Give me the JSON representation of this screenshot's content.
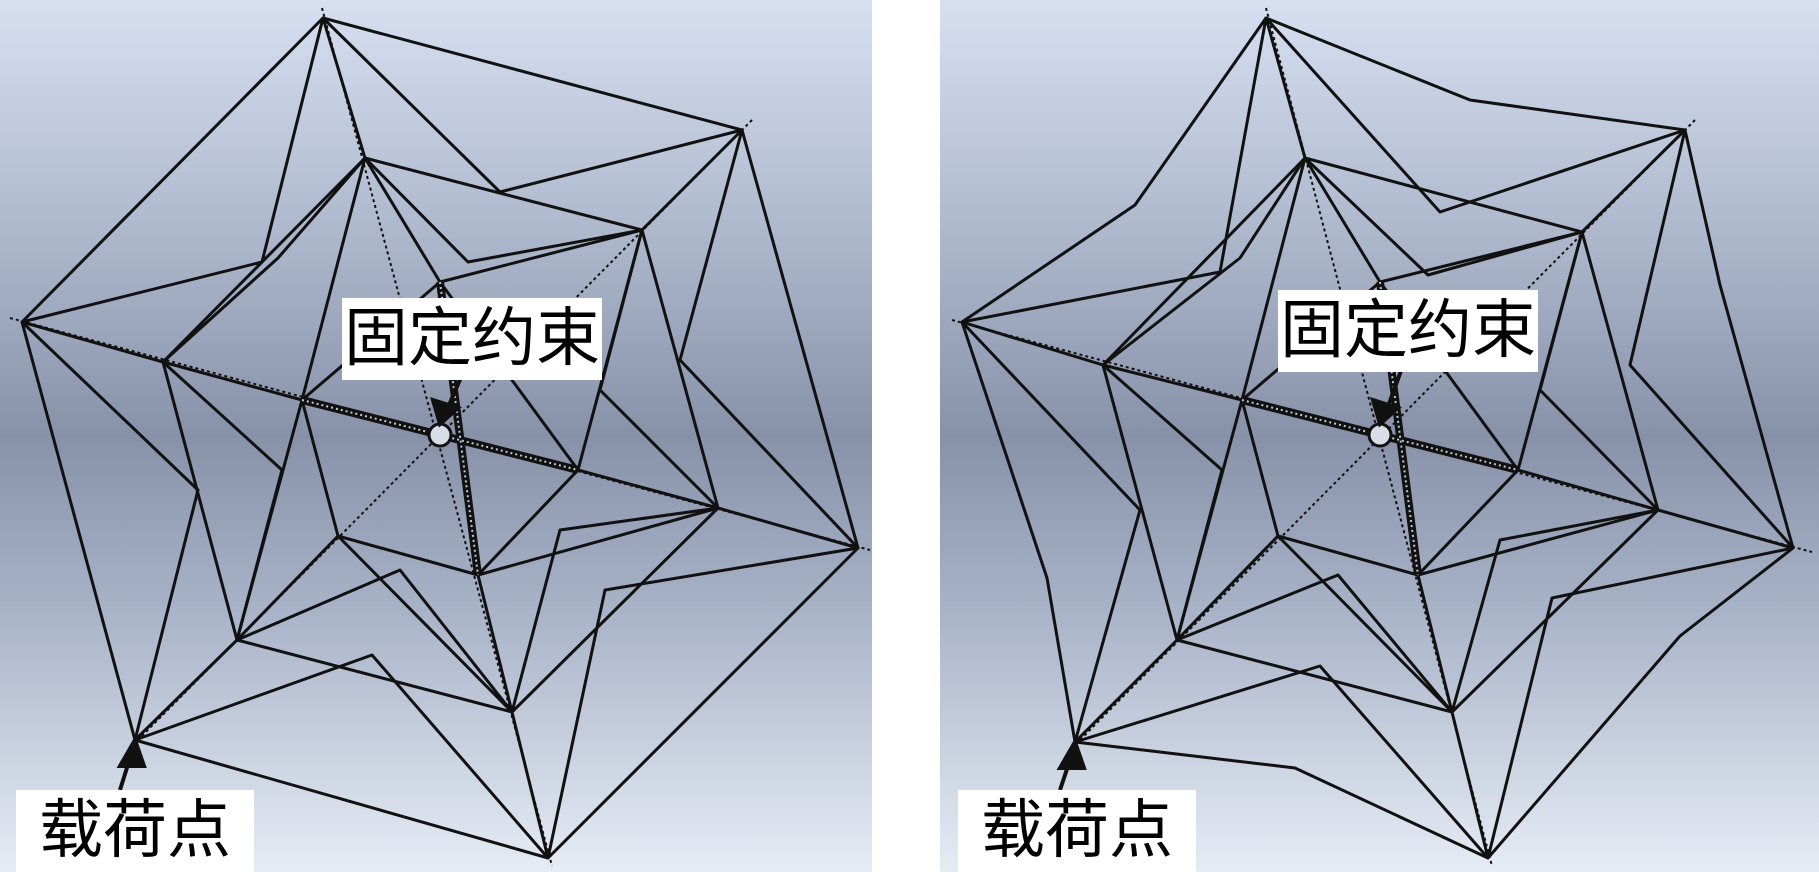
{
  "panels": [
    {
      "id": "left",
      "labels": {
        "fixed_constraint": "固定约束",
        "load_point": "载荷点"
      }
    },
    {
      "id": "right",
      "labels": {
        "fixed_constraint": "固定约束",
        "load_point": "载荷点"
      }
    }
  ],
  "colors": {
    "background_top": "#d7e0f1",
    "background_mid": "#8791a8",
    "background_bottom": "#e6ecf5",
    "line": "#111111"
  }
}
